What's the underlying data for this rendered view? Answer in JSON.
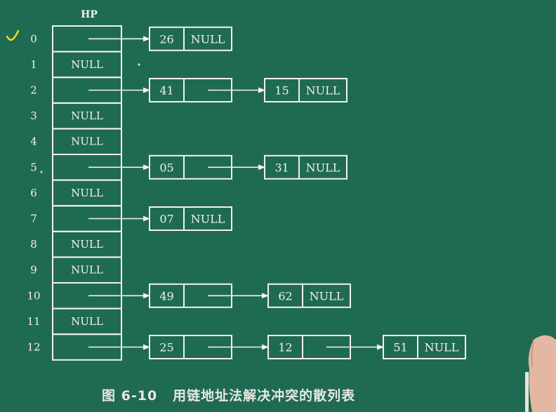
{
  "table_header": "HP",
  "slots": [
    {
      "index": "0",
      "entry": "",
      "chain": [
        {
          "key": "26",
          "next": "NULL"
        }
      ]
    },
    {
      "index": "1",
      "entry": "NULL",
      "chain": []
    },
    {
      "index": "2",
      "entry": "",
      "chain": [
        {
          "key": "41",
          "next": ""
        },
        {
          "key": "15",
          "next": "NULL"
        }
      ]
    },
    {
      "index": "3",
      "entry": "NULL",
      "chain": []
    },
    {
      "index": "4",
      "entry": "NULL",
      "chain": []
    },
    {
      "index": "5",
      "entry": "",
      "chain": [
        {
          "key": "05",
          "next": ""
        },
        {
          "key": "31",
          "next": "NULL"
        }
      ]
    },
    {
      "index": "6",
      "entry": "NULL",
      "chain": []
    },
    {
      "index": "7",
      "entry": "",
      "chain": [
        {
          "key": "07",
          "next": "NULL"
        }
      ]
    },
    {
      "index": "8",
      "entry": "NULL",
      "chain": []
    },
    {
      "index": "9",
      "entry": "NULL",
      "chain": []
    },
    {
      "index": "10",
      "entry": "",
      "chain": [
        {
          "key": "49",
          "next": ""
        },
        {
          "key": "62",
          "next": "NULL"
        }
      ]
    },
    {
      "index": "11",
      "entry": "NULL",
      "chain": []
    },
    {
      "index": "12",
      "entry": "",
      "chain": [
        {
          "key": "25",
          "next": ""
        },
        {
          "key": "12",
          "next": ""
        },
        {
          "key": "51",
          "next": "NULL"
        }
      ]
    }
  ],
  "caption": {
    "figure_no": "图 6-10",
    "text": "用链地址法解决冲突的散列表"
  },
  "colors": {
    "board": "#1f6a52",
    "chalk": "#f2f2ec",
    "check_mark": "#f0e020"
  }
}
